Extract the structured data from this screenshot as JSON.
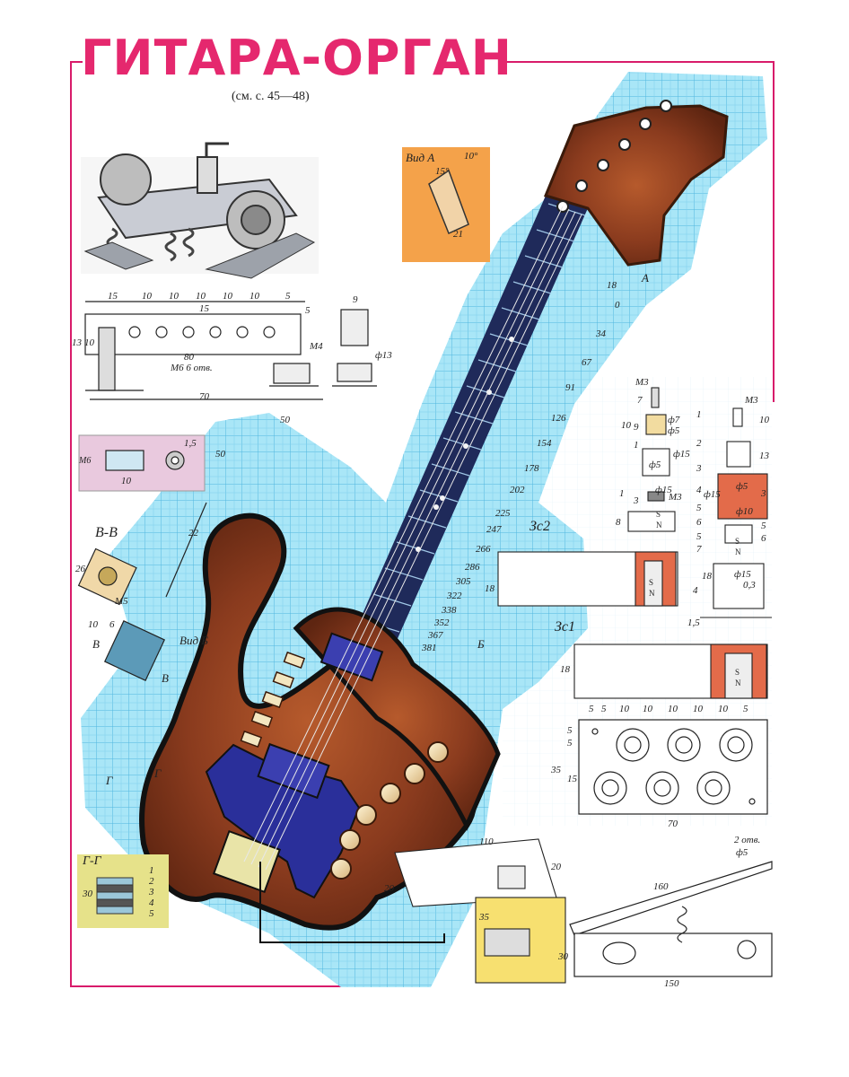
{
  "title": "ГИТАРА-ОРГАН",
  "subtitle": "(см. с. 45—48)",
  "colors": {
    "accent": "#e5286e",
    "grid": "#7fd6f2",
    "body": "#8a3b1e",
    "neck": "#1f2a5a",
    "pickguard": "#2a2f9a"
  },
  "views": {
    "vid_a": "Вид А",
    "vid_b": "Вид Б",
    "section_bb": "В-В",
    "section_gg": "Г-Г",
    "marker_a": "А",
    "marker_b": "Б",
    "marker_v": "В",
    "marker_g": "Г",
    "marker_g2": "Г"
  },
  "vid_a_dims": {
    "angle1": "10°",
    "angle2": "15°",
    "width": "21"
  },
  "bridge_dims": {
    "top": [
      "15",
      "10",
      "10",
      "10",
      "10",
      "10",
      "5"
    ],
    "sub": "15",
    "right": "5",
    "left1": "13",
    "left2": "10",
    "m4": "М4",
    "len80": "80",
    "holes": "М6 6 отв.",
    "len70": "70",
    "d9": "9",
    "phi13": "ф13"
  },
  "nut_dims": {
    "m6": "М6",
    "len": "10",
    "w": "1,5"
  },
  "bb_dims": {
    "a": "26",
    "b": "М5",
    "c": "10",
    "d": "6"
  },
  "scale_dims": {
    "grid": "50",
    "grid2": "50",
    "d22": "22"
  },
  "fret_marks": [
    "18",
    "0",
    "34",
    "67",
    "91",
    "126",
    "154",
    "178",
    "202",
    "225",
    "247",
    "266",
    "286",
    "305",
    "322",
    "338",
    "352",
    "367",
    "381"
  ],
  "magnet_parts": {
    "m3a": "М3",
    "m3b": "М3",
    "m3c": "М3",
    "d7": "ф7",
    "d5": "ф5",
    "d15": "ф15",
    "d5b": "ф5",
    "d15b": "ф15",
    "d5c": "ф5",
    "d10": "ф10",
    "d15c": "ф15",
    "h7": "7",
    "h10": "10",
    "h9": "9",
    "h1": "1",
    "h1b": "1",
    "h3": "3",
    "h8": "8",
    "h10b": "10",
    "h13": "13",
    "h5": "5",
    "h6": "6",
    "h3b": "3",
    "nums": [
      "1",
      "2",
      "3",
      "4",
      "5",
      "6",
      "5",
      "7",
      "4"
    ],
    "d03": "0,3",
    "h18": "18",
    "h15": "1,5",
    "d15d": "ф15"
  },
  "coil2": {
    "name": "Зс2",
    "h": "18"
  },
  "coil1": {
    "name": "Зс1",
    "h": "18"
  },
  "plate": {
    "top": [
      "5",
      "5",
      "10",
      "10",
      "10",
      "10",
      "10",
      "5"
    ],
    "left": [
      "5",
      "5",
      "35",
      "15"
    ],
    "bottom": "70",
    "holes": "2 отв.",
    "d5": "ф5"
  },
  "gg_layers": {
    "h": "30",
    "layers": [
      "1",
      "2",
      "3",
      "4",
      "5"
    ]
  },
  "switch": {
    "w110": "110",
    "h20": "20",
    "h20b": "20",
    "d35": "35",
    "d30": "30"
  },
  "pedal": {
    "len160": "160",
    "len150": "150"
  },
  "pickup_letters": [
    "S",
    "N",
    "S",
    "N",
    "S",
    "N",
    "S",
    "N"
  ]
}
